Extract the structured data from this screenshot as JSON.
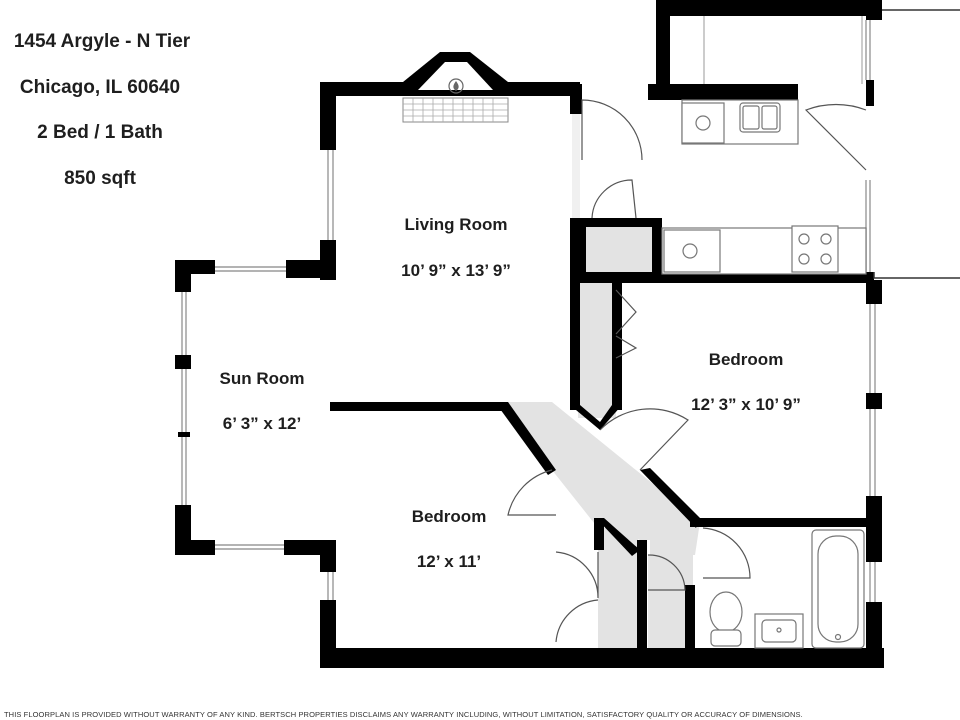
{
  "header": {
    "address": "1454 Argyle - N Tier",
    "city": "Chicago, IL 60640",
    "layout": "2 Bed / 1 Bath",
    "area": "850 sqft"
  },
  "rooms": {
    "living_room": {
      "name": "Living Room",
      "size": "10’ 9” x 13’ 9”"
    },
    "sun_room": {
      "name": "Sun Room",
      "size": "6’ 3” x 12’"
    },
    "bedroom_east": {
      "name": "Bedroom",
      "size": "12’ 3” x 10’ 9”"
    },
    "bedroom_south": {
      "name": "Bedroom",
      "size": "12’ x 11’"
    }
  },
  "disclaimer": "THIS FLOORPLAN IS PROVIDED WITHOUT WARRANTY OF ANY KIND. BERTSCH PROPERTIES DISCLAIMS ANY WARRANTY INCLUDING, WITHOUT LIMITATION, SATISFACTORY QUALITY OR ACCURACY OF DIMENSIONS.",
  "colors": {
    "wall": "#000000",
    "hall_floor": "#e3e3e3",
    "window": "#bdbdbd",
    "fixture": "#777777"
  }
}
